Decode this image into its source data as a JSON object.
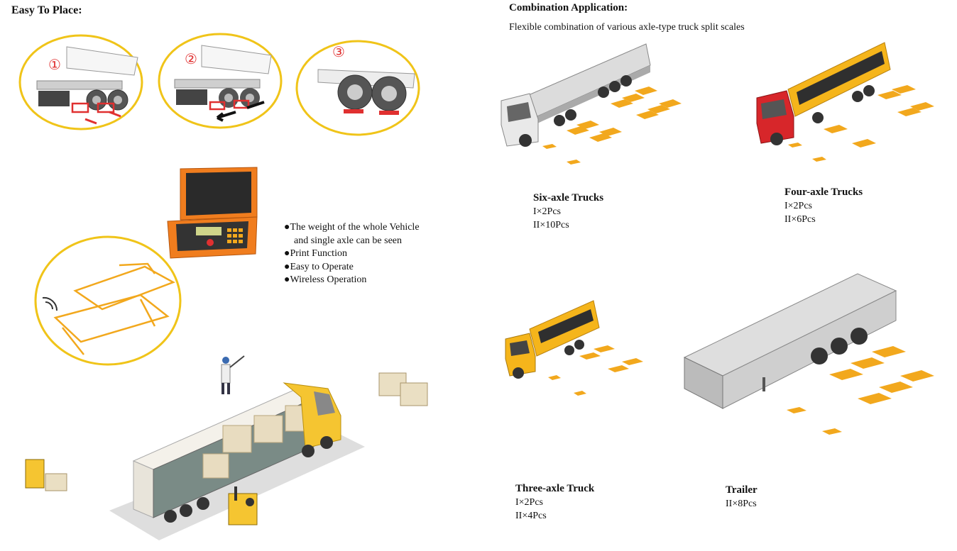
{
  "left": {
    "title": "Easy To Place:",
    "steps": [
      "①",
      "②",
      "③"
    ],
    "features": [
      "●The weight of the whole Vehicle",
      "and single axle can be seen",
      "●Print Function",
      "●Easy to Operate",
      "●Wireless Operation"
    ]
  },
  "right": {
    "title": "Combination Application:",
    "subtitle": "Flexible combination of various axle-type truck split scales",
    "trucks": [
      {
        "name": "Six-axle Trucks",
        "lines": [
          "I×2Pcs",
          "II×10Pcs"
        ]
      },
      {
        "name": "Four-axle Trucks",
        "lines": [
          "I×2Pcs",
          "II×6Pcs"
        ]
      },
      {
        "name": "Three-axle Truck",
        "lines": [
          "I×2Pcs",
          "II×4Pcs"
        ]
      },
      {
        "name": "Trailer",
        "lines": [
          "II×8Pcs"
        ]
      }
    ]
  },
  "colors": {
    "ring": "#f0c419",
    "pad": "#f2a81d",
    "scale_red": "#e03030",
    "case_orange": "#f07d1e",
    "cab_white": "#e9e9e9",
    "cab_red": "#d7262a",
    "cargo_yellow": "#f5b51b"
  }
}
